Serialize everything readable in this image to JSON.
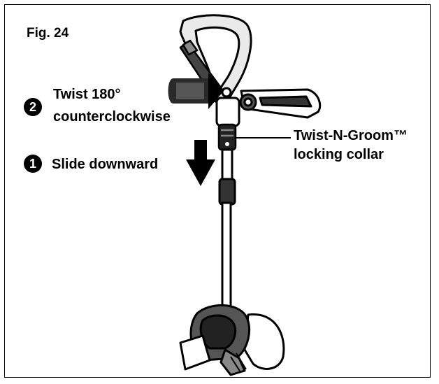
{
  "figure": {
    "label": "Fig. 24"
  },
  "steps": [
    {
      "number": "1",
      "text": "Slide downward"
    },
    {
      "number": "2",
      "line1": "Twist 180°",
      "line2": "counterclockwise"
    }
  ],
  "callout": {
    "line1": "Twist-N-Groom™",
    "line2": "locking collar"
  }
}
